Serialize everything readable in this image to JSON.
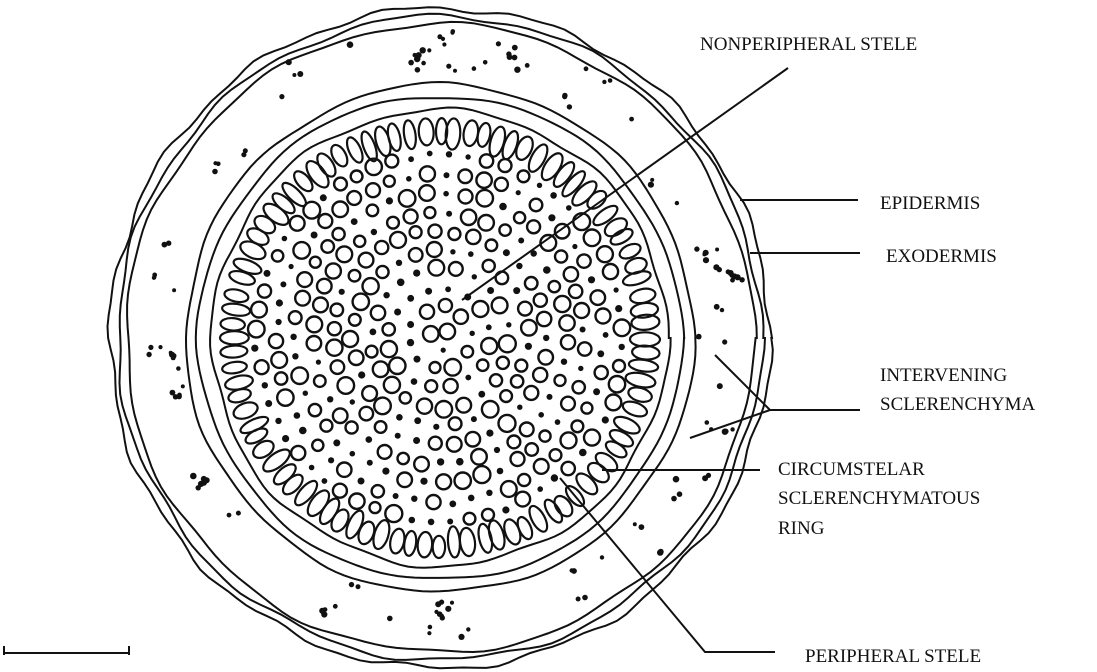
{
  "labels": {
    "nonperipheral_stele": "NONPERIPHERAL STELE",
    "epidermis": "EPIDERMIS",
    "exodermis": "EXODERMIS",
    "intervening_line1": "INTERVENING",
    "intervening_line2": "SCLERENCHYMA",
    "circumstelar_line1": "CIRCUMSTELAR",
    "circumstelar_line2": "SCLERENCHYMATOUS",
    "circumstelar_line3": "RING",
    "peripheral_stele": "PERIPHERAL STELE"
  },
  "colors": {
    "ink": "#111111",
    "background": "#ffffff"
  }
}
